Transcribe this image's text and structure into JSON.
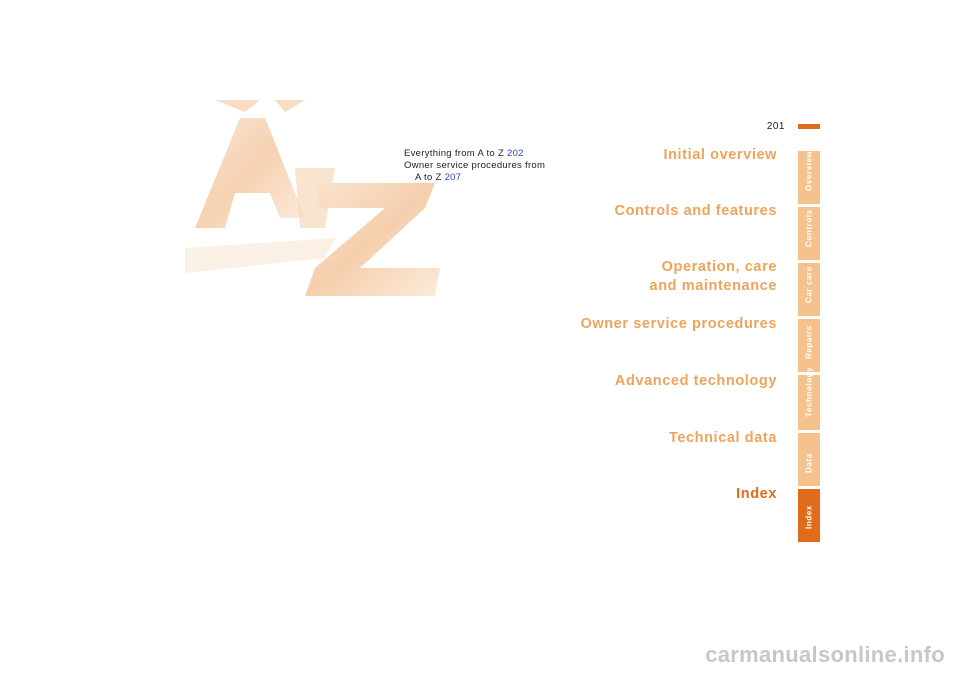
{
  "page": {
    "number": "201"
  },
  "toc": {
    "line1_text": "Everything from A to Z ",
    "line1_page": "202",
    "line2_text": "Owner service procedures from",
    "line3_text": "A to Z ",
    "line3_page": "207"
  },
  "sections": [
    {
      "id": "overview",
      "lines": [
        "Initial overview"
      ]
    },
    {
      "id": "controls",
      "lines": [
        "Controls and features"
      ]
    },
    {
      "id": "care",
      "lines": [
        "Operation, care",
        "and maintenance"
      ]
    },
    {
      "id": "repairs",
      "lines": [
        "Owner service procedures"
      ]
    },
    {
      "id": "technology",
      "lines": [
        "Advanced technology"
      ]
    },
    {
      "id": "data",
      "lines": [
        "Technical data"
      ]
    },
    {
      "id": "index",
      "lines": [
        "Index"
      ],
      "active": true
    }
  ],
  "tabs": [
    {
      "label": "Overview"
    },
    {
      "label": "Controls"
    },
    {
      "label": "Car care"
    },
    {
      "label": "Repairs"
    },
    {
      "label": "Technology"
    },
    {
      "label": "Data"
    },
    {
      "label": "Index",
      "active": true
    }
  ],
  "colors": {
    "accent": "#e06b1a",
    "light": "#f5c28e",
    "section_text": "#f0a35a",
    "link": "#2a3fd6"
  },
  "watermark": "carmanualsonline.info"
}
